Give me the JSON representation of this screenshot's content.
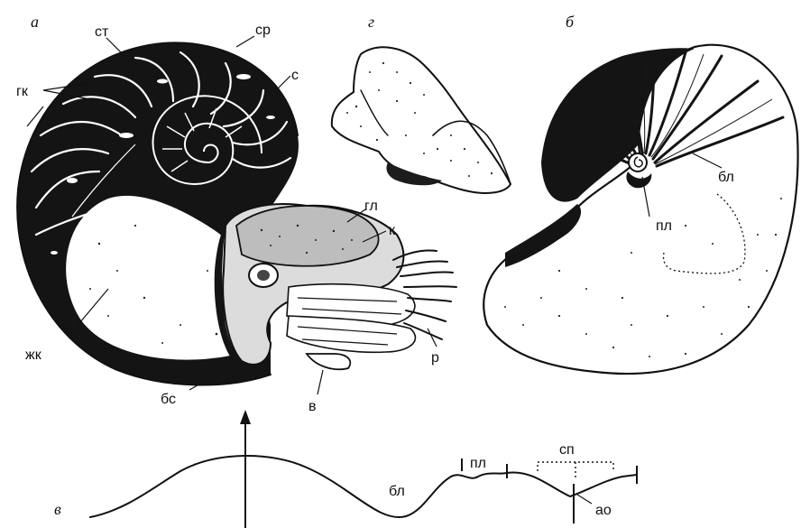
{
  "panels": {
    "a": "а",
    "b": "б",
    "v": "в",
    "g": "г"
  },
  "labels": {
    "a_gk": "гк",
    "a_st": "ст",
    "a_sr": "ср",
    "a_s": "с",
    "a_zhk": "жк",
    "a_bs": "бс",
    "a_v": "в",
    "a_gl": "гл",
    "a_k": "к",
    "a_r": "р",
    "b_bl": "бл",
    "b_pl": "пл",
    "v_bl": "бл",
    "v_pl": "пл",
    "v_sp": "сп",
    "v_ao": "ао"
  }
}
